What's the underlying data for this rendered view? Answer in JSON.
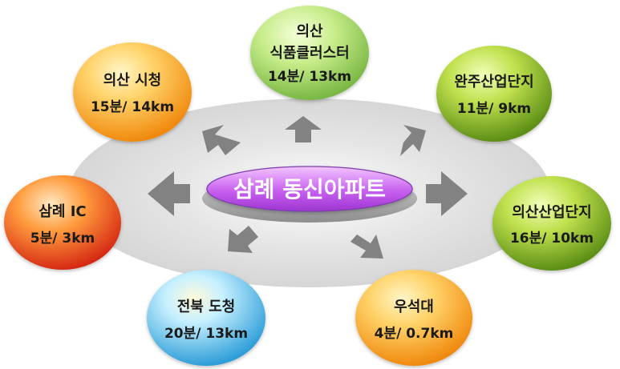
{
  "center": {
    "label": "삼례 동신아파트"
  },
  "colors": {
    "center_fill": "#c75ff0",
    "center_base": "#b8b8b8",
    "ellipse_bg": "#dcdcdc",
    "arrow": "#7a7a7a",
    "text": "#1a1a1a",
    "center_text": "#ffffff"
  },
  "destinations": [
    {
      "id": "iksan-cityhall",
      "name": "의산 시청",
      "time": "15분/ 14km",
      "color": "#f59a1a"
    },
    {
      "id": "iksan-food-cluster",
      "name": "의산\n식품클러스터",
      "time": "14분/ 13km",
      "color": "#a6d96a"
    },
    {
      "id": "wanju-industrial",
      "name": "완주산업단지",
      "time": "11분/ 9km",
      "color": "#7fb22b"
    },
    {
      "id": "iksan-industrial",
      "name": "의산산업단지",
      "time": "16분/ 10km",
      "color": "#7fb22b"
    },
    {
      "id": "useokdae",
      "name": "우석대",
      "time": "4분/ 0.7km",
      "color": "#f59a1a"
    },
    {
      "id": "jeonbuk-provincial",
      "name": "전북 도청",
      "time": "20분/ 13km",
      "color": "#3ab0e0"
    },
    {
      "id": "samnye-ic",
      "name": "삼례 IC",
      "time": "5분/ 3km",
      "color": "#ef4f1a"
    }
  ]
}
